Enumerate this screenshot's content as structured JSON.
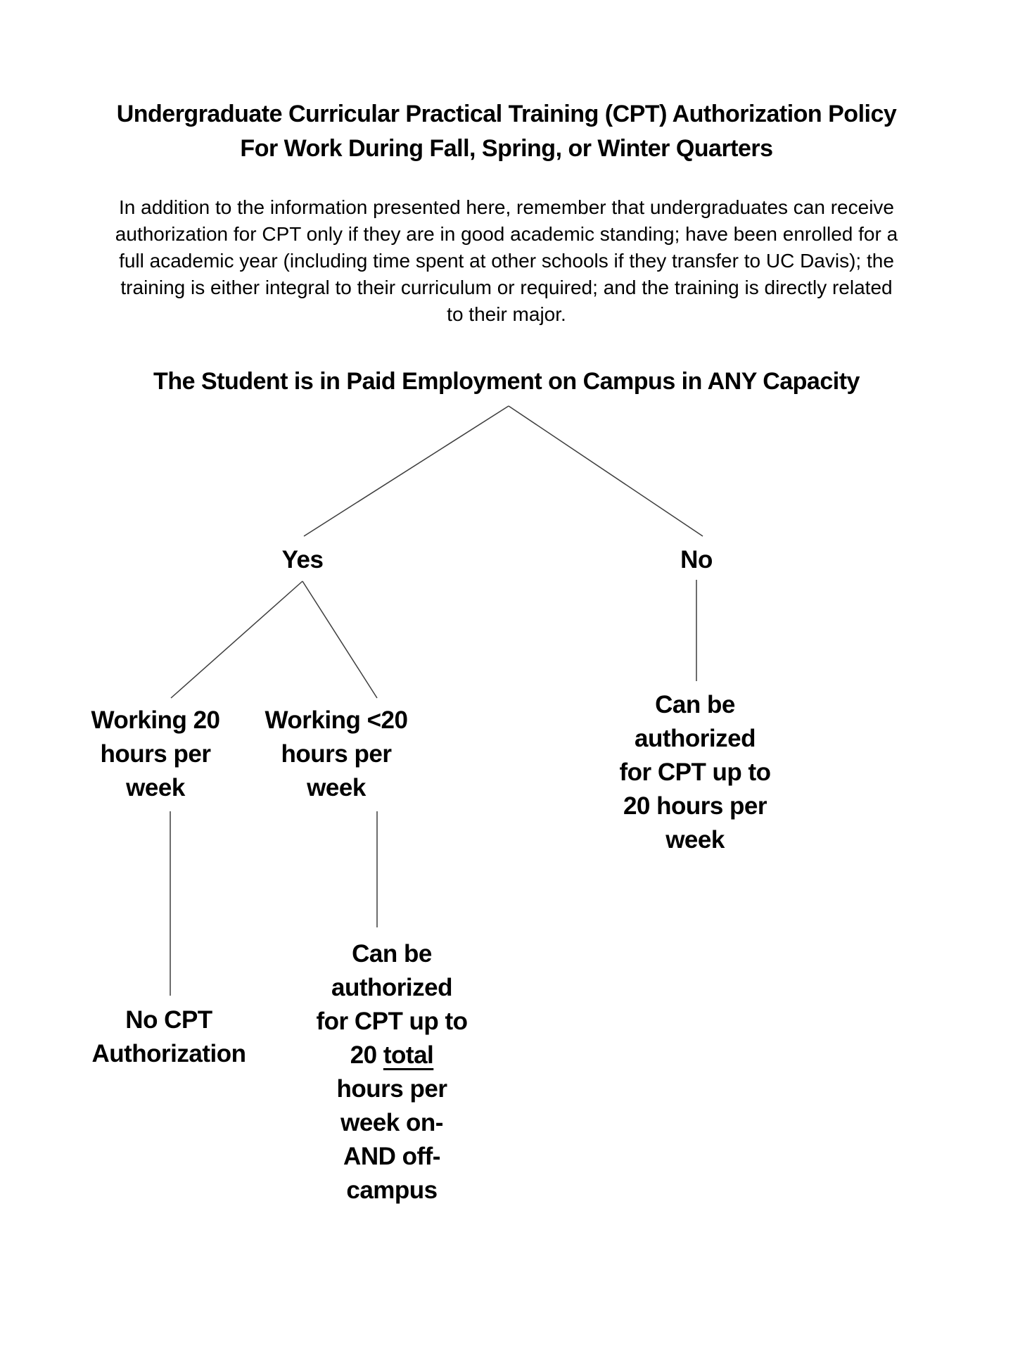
{
  "document": {
    "title": "Undergraduate Curricular Practical Training (CPT) Authorization Policy\nFor Work During Fall, Spring, or Winter Quarters",
    "intro": "In addition to the information presented here, remember that undergraduates can receive\nauthorization for  CPT only if they are in good academic standing; have been enrolled for a\nfull academic year (including time spent at other schools if they transfer to UC Davis); the\ntraining is either integral to their curriculum or required; and the training is directly related\nto their major."
  },
  "flowchart": {
    "root_question": "The Student is in Paid Employment on Campus in ANY Capacity",
    "yes_label": "Yes",
    "no_label": "No",
    "yes_branch": {
      "working_20": "Working 20\nhours per\nweek",
      "working_lt20": "Working <20\nhours per\nweek",
      "working_20_outcome": "No CPT\nAuthorization",
      "working_lt20_outcome_pre": "Can be\nauthorized\nfor CPT up to\n20 ",
      "working_lt20_outcome_underlined": "total",
      "working_lt20_outcome_post": "\nhours per\nweek on-\nAND off-\ncampus"
    },
    "no_branch": {
      "outcome": "Can be\nauthorized\nfor CPT up to\n20 hours per\nweek"
    }
  },
  "colors": {
    "background": "#ffffff",
    "text": "#000000",
    "connector_line": "#3d3d3d"
  }
}
